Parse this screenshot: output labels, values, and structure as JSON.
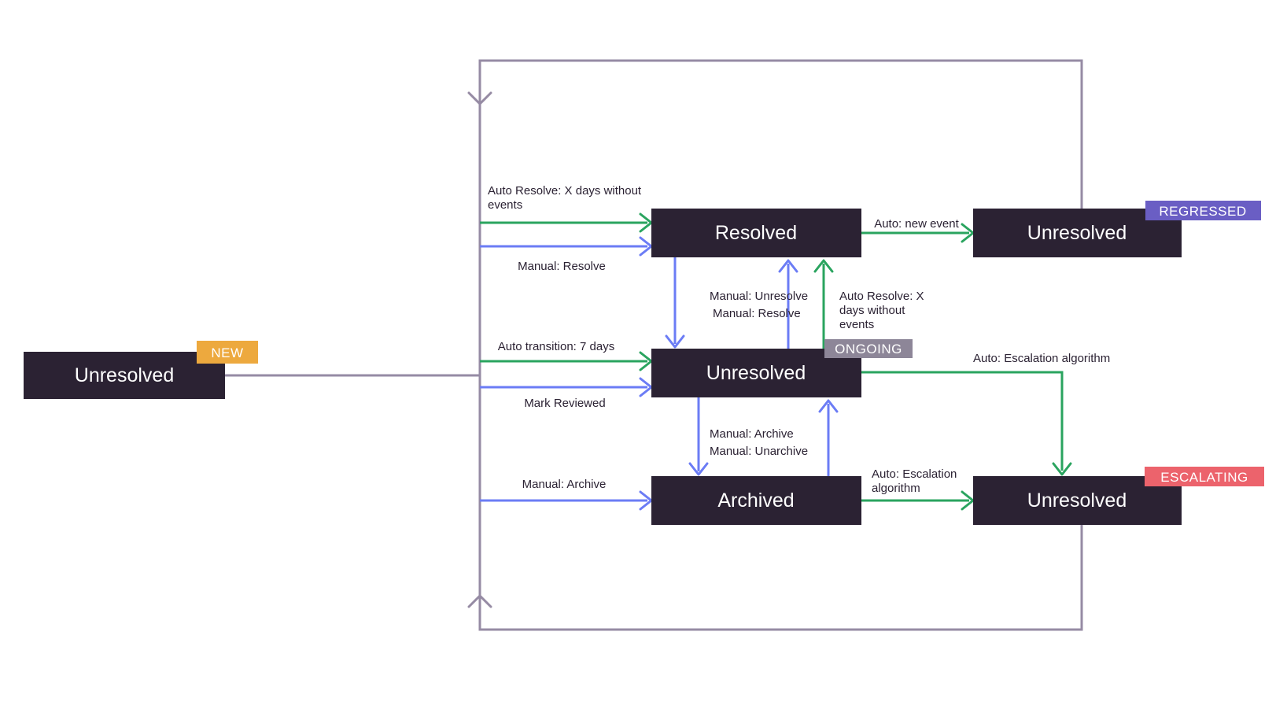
{
  "colors": {
    "box": "#2b2233",
    "box_text": "#ffffff",
    "label": "#2b2233",
    "green": "#2aa45f",
    "blue": "#6b7cf5",
    "loop": "#968ba4",
    "badge_new": "#eda93e",
    "badge_ongoing": "#8d8698",
    "badge_regressed": "#6a5ec4",
    "badge_escalating": "#ec636c"
  },
  "states": {
    "new": {
      "label": "Unresolved",
      "badge": "NEW"
    },
    "resolved": {
      "label": "Resolved"
    },
    "regressed": {
      "label": "Unresolved",
      "badge": "REGRESSED"
    },
    "ongoing": {
      "label": "Unresolved",
      "badge": "ONGOING"
    },
    "archived": {
      "label": "Archived"
    },
    "escalating": {
      "label": "Unresolved",
      "badge": "ESCALATING"
    }
  },
  "labels": {
    "auto_resolve_new_l1": "Auto Resolve: X days without",
    "auto_resolve_new_l2": "events",
    "manual_resolve_new": "Manual: Resolve",
    "auto_new_event": "Auto: new event",
    "manual_unresolve": "Manual: Unresolve",
    "manual_resolve_ongoing": "Manual: Resolve",
    "auto_resolve_ongoing_l1": "Auto Resolve: X",
    "auto_resolve_ongoing_l2": "days without",
    "auto_resolve_ongoing_l3": "events",
    "auto_transition": "Auto transition: 7 days",
    "mark_reviewed": "Mark Reviewed",
    "auto_escalation_ongoing": "Auto: Escalation algorithm",
    "manual_archive_pair": "Manual: Archive",
    "manual_unarchive_pair": "Manual: Unarchive",
    "manual_archive_row": "Manual: Archive",
    "auto_escalation_archived_l1": "Auto: Escalation",
    "auto_escalation_archived_l2": "algorithm"
  }
}
